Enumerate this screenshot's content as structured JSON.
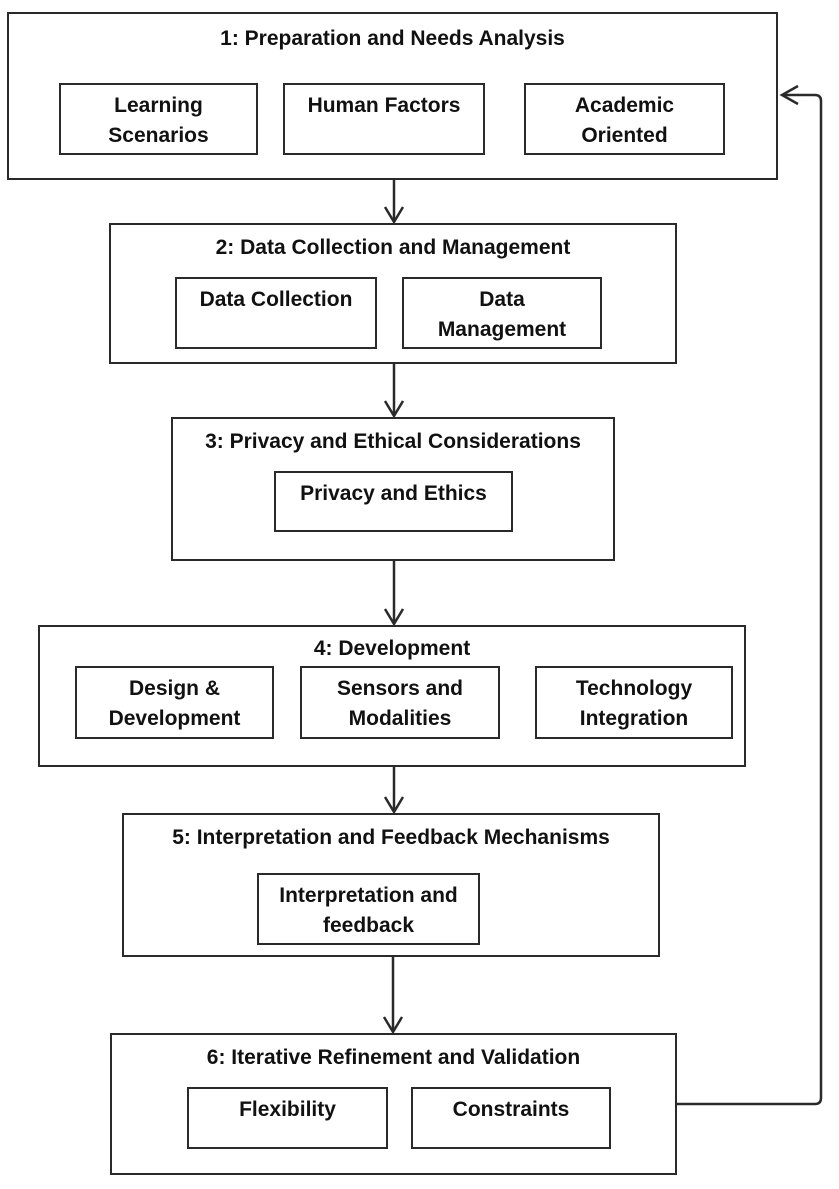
{
  "stages": [
    {
      "title": "1: Preparation and Needs Analysis",
      "items": [
        [
          "Learning",
          "Scenarios"
        ],
        [
          "Human Factors"
        ],
        [
          "Academic",
          "Oriented"
        ]
      ]
    },
    {
      "title": "2: Data Collection and Management",
      "items": [
        [
          "Data Collection"
        ],
        [
          "Data",
          "Management"
        ]
      ]
    },
    {
      "title": "3: Privacy and Ethical Considerations",
      "items": [
        [
          "Privacy and Ethics"
        ]
      ]
    },
    {
      "title": "4: Development",
      "items": [
        [
          "Design &",
          "Development"
        ],
        [
          "Sensors and",
          "Modalities"
        ],
        [
          "Technology",
          "Integration"
        ]
      ]
    },
    {
      "title": "5: Interpretation and Feedback Mechanisms",
      "items": [
        [
          "Interpretation and",
          "feedback"
        ]
      ]
    },
    {
      "title": "6: Iterative Refinement and Validation",
      "items": [
        [
          "Flexibility"
        ],
        [
          "Constraints"
        ]
      ]
    }
  ],
  "colors": {
    "stroke": "#2a2a2a",
    "background": "#ffffff",
    "text": "#111111"
  }
}
